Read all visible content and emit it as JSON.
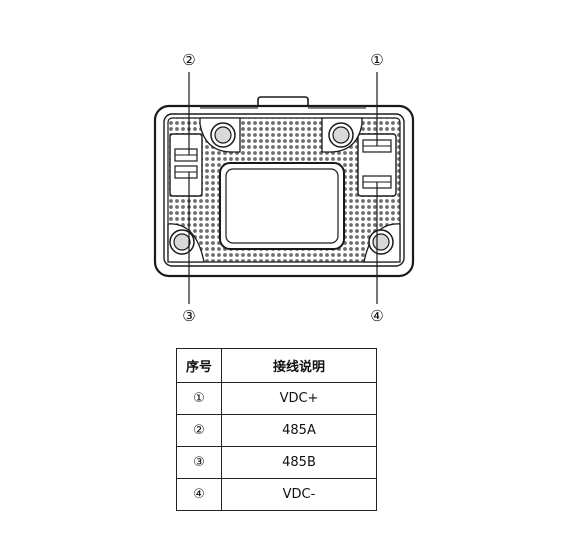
{
  "callouts": {
    "top_left": "②",
    "top_right": "①",
    "bottom_left": "③",
    "bottom_right": "④"
  },
  "table": {
    "headers": [
      "序号",
      "接线说明"
    ],
    "rows": [
      {
        "index": "①",
        "desc": "VDC+"
      },
      {
        "index": "②",
        "desc": "485A"
      },
      {
        "index": "③",
        "desc": "485B"
      },
      {
        "index": "④",
        "desc": "VDC-"
      }
    ]
  },
  "colors": {
    "outline": "#1a1a1a",
    "mesh": "#6e6e6e",
    "background": "#ffffff"
  }
}
